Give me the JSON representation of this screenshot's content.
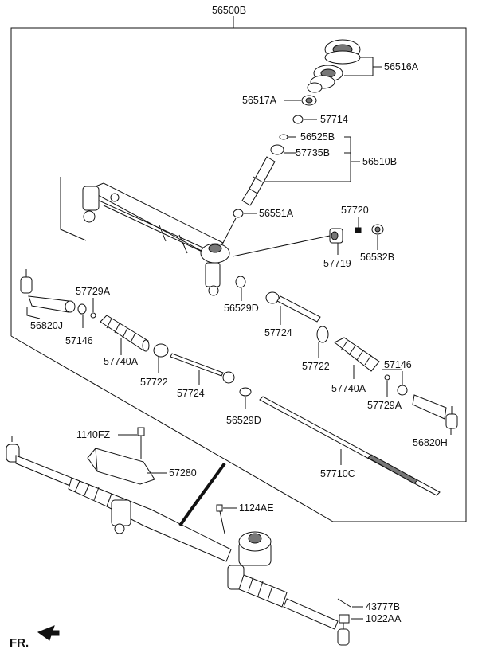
{
  "diagram": {
    "title_part": "56500B",
    "parts": {
      "p56516A": "56516A",
      "p56517A": "56517A",
      "p57714": "57714",
      "p56525B": "56525B",
      "p57735B": "57735B",
      "p56510B": "56510B",
      "p56551A": "56551A",
      "p57720": "57720",
      "p57719": "57719",
      "p56532B": "56532B",
      "p57729A_left": "57729A",
      "p56820J": "56820J",
      "p57146_left": "57146",
      "p57740A_left": "57740A",
      "p56529D_upper": "56529D",
      "p57724_upper": "57724",
      "p57722_right": "57722",
      "p57722_left": "57722",
      "p57724_lower": "57724",
      "p57740A_right": "57740A",
      "p57146_right": "57146",
      "p57729A_right": "57729A",
      "p56529D_lower": "56529D",
      "p56820H": "56820H",
      "p1140FZ": "1140FZ",
      "p57280": "57280",
      "p57710C": "57710C",
      "p1124AE": "1124AE",
      "p43777B": "43777B",
      "p1022AA": "1022AA"
    },
    "direction_label": "FR."
  }
}
